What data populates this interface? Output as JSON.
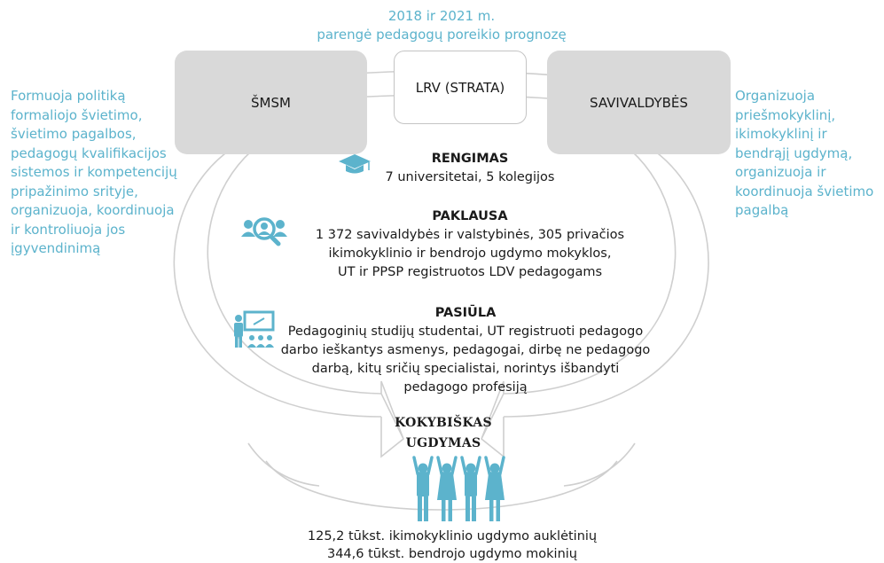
{
  "top_note": [
    "2018 ir 2021 m.",
    "parengė pedagogų poreikio prognozę"
  ],
  "left_box": {
    "label": "ŠMSM"
  },
  "center_box": {
    "label": "LRV (STRATA)"
  },
  "right_box": {
    "label": "SAVIVALDYBĖS"
  },
  "left_note": [
    "Formuoja politiką",
    "formaliojo švietimo,",
    "švietimo pagalbos,",
    "pedagogų kvalifikacijos",
    "sistemos ir kompetencijų",
    "pripažinimo srityje,",
    "organizuoja, koordinuoja",
    "ir kontroliuoja jos",
    "įgyvendinimą"
  ],
  "right_note": [
    "Organizuoja",
    "priešmokyklinį,",
    "ikimokyklinį ir",
    "bendrąjį ugdymą,",
    "organizuoja ir",
    "koordinuoja švietimo",
    "pagalbą"
  ],
  "sections": {
    "rengimas": {
      "title": "RENGIMAS",
      "lines": [
        "7 universitetai, 5 kolegijos"
      ],
      "icon": "graduation-cap-icon"
    },
    "paklausa": {
      "title": "PAKLAUSA",
      "lines": [
        "1 372 savivaldybės ir valstybinės, 305 privačios",
        "ikimokyklinio ir bendrojo ugdymo mokyklos,",
        "UT ir PPSP registruotos LDV pedagogams"
      ],
      "icon": "people-search-icon"
    },
    "pasiula": {
      "title": "PASIŪLA",
      "lines": [
        "Pedagoginių studijų studentai, UT registruoti pedagogo",
        "darbo ieškantys asmenys, pedagogai, dirbę ne pedagogo",
        "darbą, kitų sričių specialistai, norintys išbandyti",
        "pedagogo profesiją"
      ],
      "icon": "teacher-classroom-icon"
    }
  },
  "bottom": {
    "title": [
      "KOKYBIŠKAS",
      "UGDYMAS"
    ],
    "lines": [
      "125,2 tūkst. ikimokyklinio ugdymo auklėtinių",
      "344,6 tūkst. bendrojo ugdymo mokinių"
    ],
    "icon": "students-icon"
  },
  "colors": {
    "accent": "#5cb3cc",
    "box_grey": "#d9d9d9",
    "outline": "#c4c4c4"
  }
}
